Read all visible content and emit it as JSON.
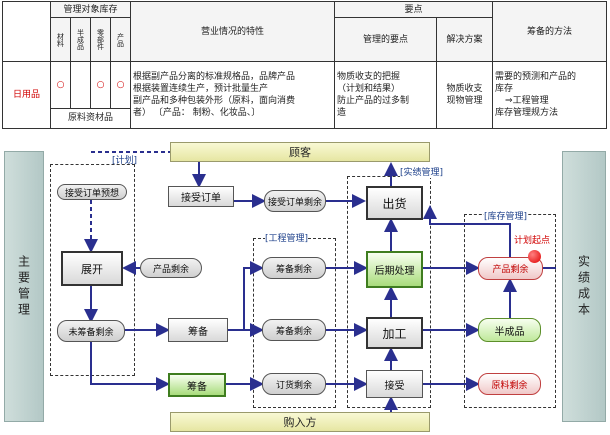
{
  "table": {
    "h_category": "管理对象库存",
    "h_cols": [
      "材料",
      "半成品",
      "零部件",
      "产品"
    ],
    "h_features": "营业情况的特性",
    "h_points": "要点",
    "h_mgmt_point": "管理的要点",
    "h_solution": "解决方案",
    "h_prep": "筹备的方法",
    "row_label": "日用品",
    "marks": [
      "○",
      "",
      "○",
      "○"
    ],
    "sub_label": "原料资材品",
    "features_lines": [
      "根据副产品分离的标准规格品，品牌产品",
      "根据装置连续生产，预计批量生产",
      "副产品和多种包装外形（原料，面向消费",
      "者）  〔产品： 制粉、化妆品、〕"
    ],
    "mgmt_lines": [
      "物质收支的把握",
      "（计划和结果）",
      "防止产品的过多制",
      "造"
    ],
    "solution_lines": [
      "物质收支",
      "现物管理"
    ],
    "prep_lines": [
      "需要的预测和产品的",
      "库存",
      "⇒工程管理",
      "库存管理规方法"
    ]
  },
  "diagram": {
    "left_bar": "主要管理",
    "right_bar": "实绩成本",
    "top_bar": "顾客",
    "bottom_bar": "购入方",
    "group_labels": {
      "plan": "[计划]",
      "process": "[工程管理]",
      "result": "[实绩管理]",
      "inventory": "[库存管理]",
      "plan_point": "计划起点"
    },
    "nodes": {
      "order_forecast": "接受订单预想",
      "expand": "展开",
      "product_surplus_l": "产品剩余",
      "unprepared_surplus": "未筹备剩余",
      "prepare_1": "筹备",
      "prepare_2": "筹备",
      "receive_order": "接受订单",
      "order_surplus": "接受订单剩余",
      "prep_surplus_1": "筹备剩余",
      "prep_surplus_2": "筹备剩余",
      "purchase_surplus": "订货剩余",
      "shipment": "出货",
      "post_process": "后期处理",
      "processing": "加工",
      "receiving": "接受",
      "product_surplus_r": "产品剩余",
      "semi_product": "半成品",
      "material_surplus": "原料剩余"
    }
  },
  "colors": {
    "arrow": "#2a2f8f",
    "red_dot": "#e00000"
  }
}
